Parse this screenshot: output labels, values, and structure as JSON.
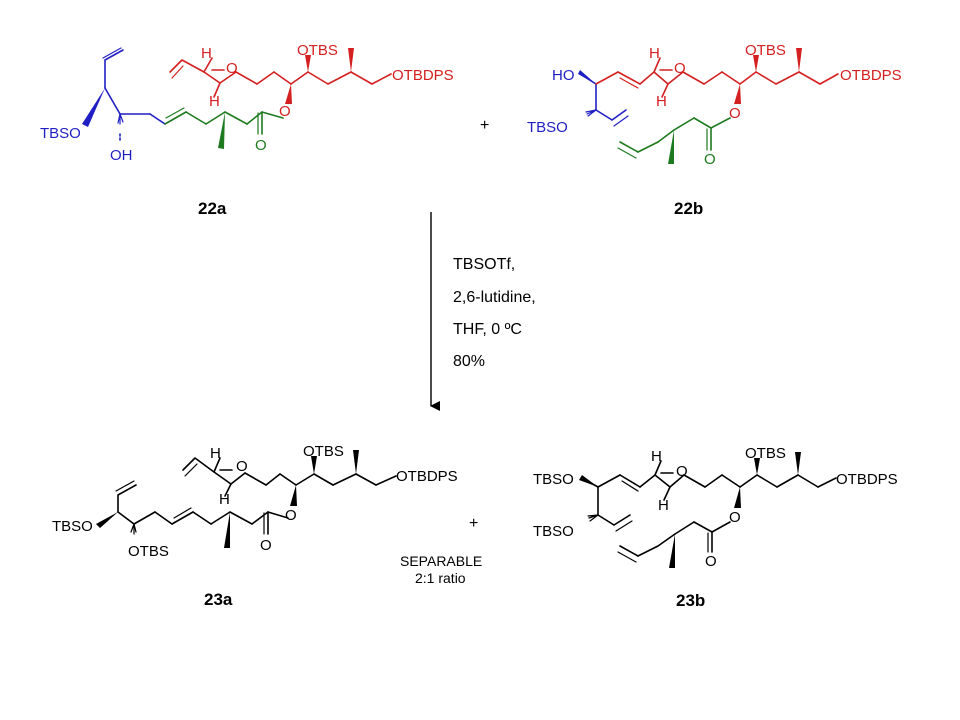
{
  "colors": {
    "black": "#000000",
    "blue": "#1f1fc4",
    "red": "#d42020",
    "green": "#1e7a1e"
  },
  "compounds": {
    "c22a": "22a",
    "c22b": "22b",
    "c23a": "23a",
    "c23b": "23b"
  },
  "plus_sign": "+",
  "groups": {
    "otbs": "OTBS",
    "otbdps": "OTBDPS",
    "tbso": "TBSO",
    "oh": "OH",
    "ho": "HO",
    "h": "H",
    "o": "O"
  },
  "conditions": {
    "line1": "TBSOTf,",
    "line2": "2,6-lutidine,",
    "line3": "THF, 0 ºC",
    "line4": "80%"
  },
  "note": {
    "line1": "SEPARABLE",
    "line2": "2:1 ratio"
  }
}
